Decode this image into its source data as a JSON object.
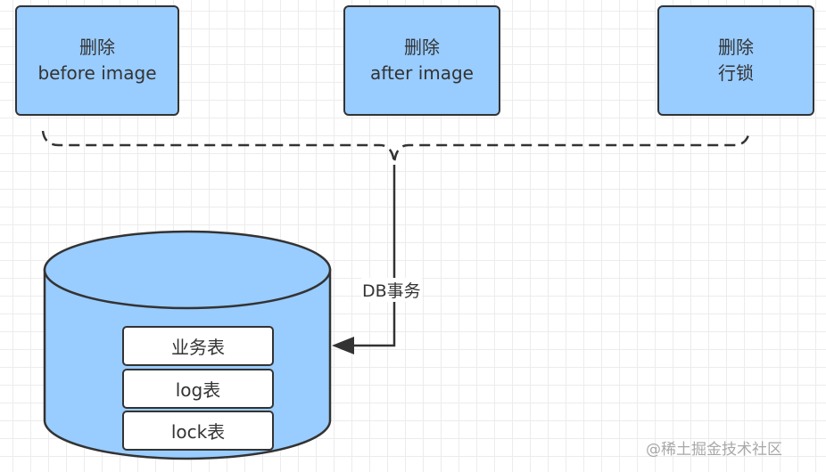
{
  "nodes": {
    "before_image": {
      "line1": "删除",
      "line2": "before image"
    },
    "after_image": {
      "line1": "删除",
      "line2": "after image"
    },
    "row_lock": {
      "line1": "删除",
      "line2": "行锁"
    }
  },
  "edge_label": "DB事务",
  "database": {
    "tables": [
      "业务表",
      "log表",
      "lock表"
    ]
  },
  "watermark": "@稀土掘金技术社区",
  "colors": {
    "box_fill": "#99ccff",
    "stroke": "#333333",
    "table_fill": "#ffffff"
  }
}
